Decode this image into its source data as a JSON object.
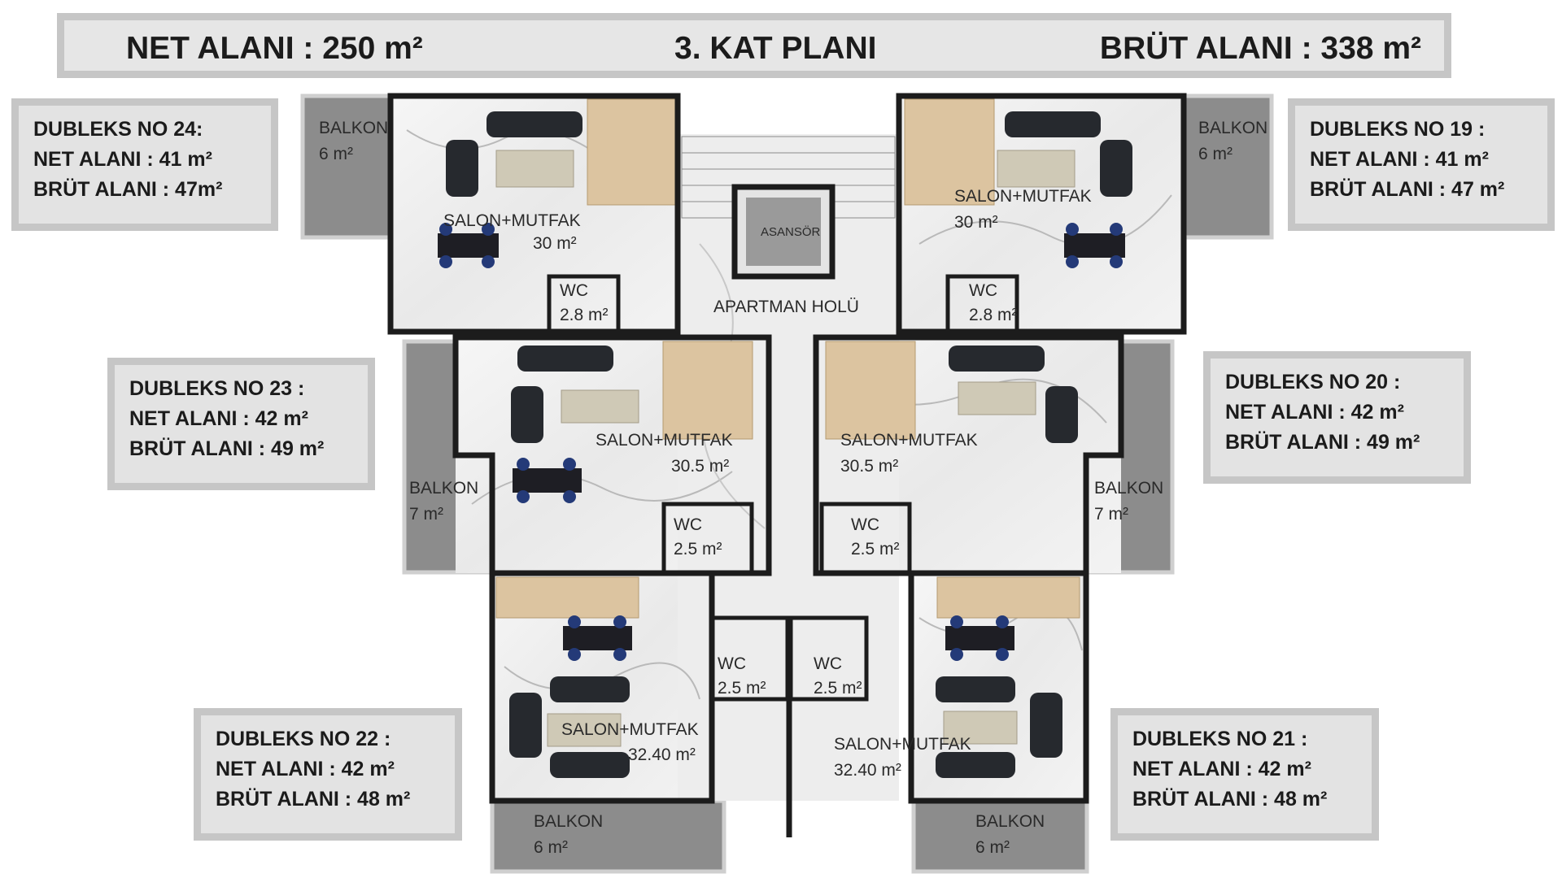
{
  "header": {
    "net_area": "NET ALANI : 250 m²",
    "title": "3. KAT PLANI",
    "gross_area": "BRÜT ALANI : 338 m²"
  },
  "units": [
    {
      "name": "DUBLEKS NO 24:",
      "net": "NET ALANI : 41 m²",
      "gross": "BRÜT ALANI : 47m²"
    },
    {
      "name": "DUBLEKS NO 19 :",
      "net": "NET ALANI : 41 m²",
      "gross": "BRÜT ALANI : 47 m²"
    },
    {
      "name": "DUBLEKS NO 23 :",
      "net": "NET ALANI : 42 m²",
      "gross": "BRÜT ALANI : 49 m²"
    },
    {
      "name": "DUBLEKS NO 20 :",
      "net": "NET ALANI : 42 m²",
      "gross": "BRÜT ALANI : 49 m²"
    },
    {
      "name": "DUBLEKS NO 22 :",
      "net": "NET ALANI : 42 m²",
      "gross": "BRÜT ALANI : 48 m²"
    },
    {
      "name": "DUBLEKS NO 21 :",
      "net": "NET ALANI : 42 m²",
      "gross": "BRÜT ALANI : 48 m²"
    }
  ],
  "rooms": {
    "balkon": "BALKON",
    "salon_mutfak": "SALON+MUTFAK",
    "wc": "WC",
    "asansor": "ASANSÖR",
    "apartman_holu": "APARTMAN HOLÜ"
  },
  "areas": {
    "balkon_6": "6 m²",
    "balkon_7": "7 m²",
    "salon_30": "30 m²",
    "salon_30_5": "30.5 m²",
    "salon_32_40": "32.40 m²",
    "wc_2_8": "2.8 m²",
    "wc_2_5": "2.5 m²"
  },
  "colors": {
    "wall": "#1c1c1c",
    "floor_marble": "#f0f0f0",
    "balcony": "#8c8c8c",
    "stairs": "#dcc4a0",
    "sofa": "#26292e",
    "chair": "#243a78",
    "info_bg": "#e3e3e3",
    "info_border": "#c6c6c6"
  }
}
